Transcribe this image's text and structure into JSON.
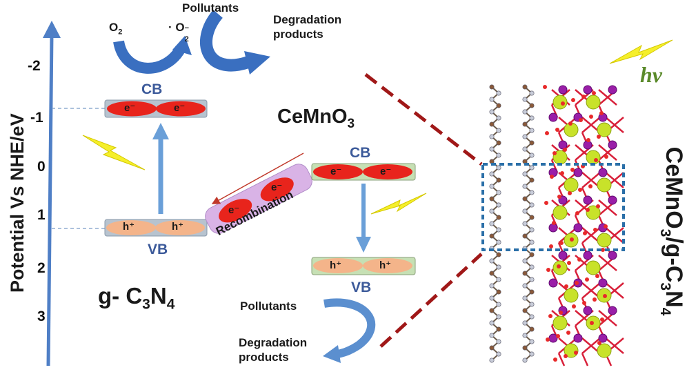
{
  "axis": {
    "label": "Potential Vs NHE/eV",
    "ticks": [
      "-2",
      "-1",
      "0",
      "1",
      "2",
      "3"
    ]
  },
  "g_c3n4": {
    "name_prefix": "g- C",
    "name_sub1": "3",
    "name_mid": "N",
    "name_sub2": "4",
    "cb_label": "CB",
    "vb_label": "VB",
    "electron": "e⁻",
    "hole": "h⁺"
  },
  "cemno3": {
    "name_main": "CeMnO",
    "name_sub": "3",
    "cb_label": "CB",
    "vb_label": "VB",
    "electron": "e⁻",
    "hole": "h⁺"
  },
  "recombination": {
    "label": "Recombination",
    "electron": "e⁻"
  },
  "top_reaction": {
    "o2": "O",
    "o2_sub": "2",
    "superoxide": "· O",
    "superoxide_sub": "2",
    "superoxide_sup": "−",
    "pollutants": "Pollutants",
    "degradation_line1": "Degradation",
    "degradation_line2": "products"
  },
  "bottom_reaction": {
    "pollutants": "Pollutants",
    "degradation_line1": "Degradation",
    "degradation_line2": "products"
  },
  "light": {
    "symbol": "hν"
  },
  "composite": {
    "part1": "CeMnO",
    "sub1": "3",
    "part2": "/g-C",
    "sub2": "3",
    "part3": "N",
    "sub3": "4"
  },
  "colors": {
    "axis_blue": "#4f7fc6",
    "arrow_blue": "#6a9fd8",
    "curved_arrow": "#3a6fc0",
    "band_gray": "#b7c3cf",
    "electron_red": "#e8241c",
    "hole_orange": "#f4b48a",
    "vb_green": "#c6e0b4",
    "cb_label_blue": "#3c5a9a",
    "dash_red": "#a01818",
    "box_blue": "#2a6fa8",
    "bolt_yellow": "#f5ef2a",
    "hv_green": "#5a8a2a",
    "recomb_fill": "#d9b3e6"
  }
}
